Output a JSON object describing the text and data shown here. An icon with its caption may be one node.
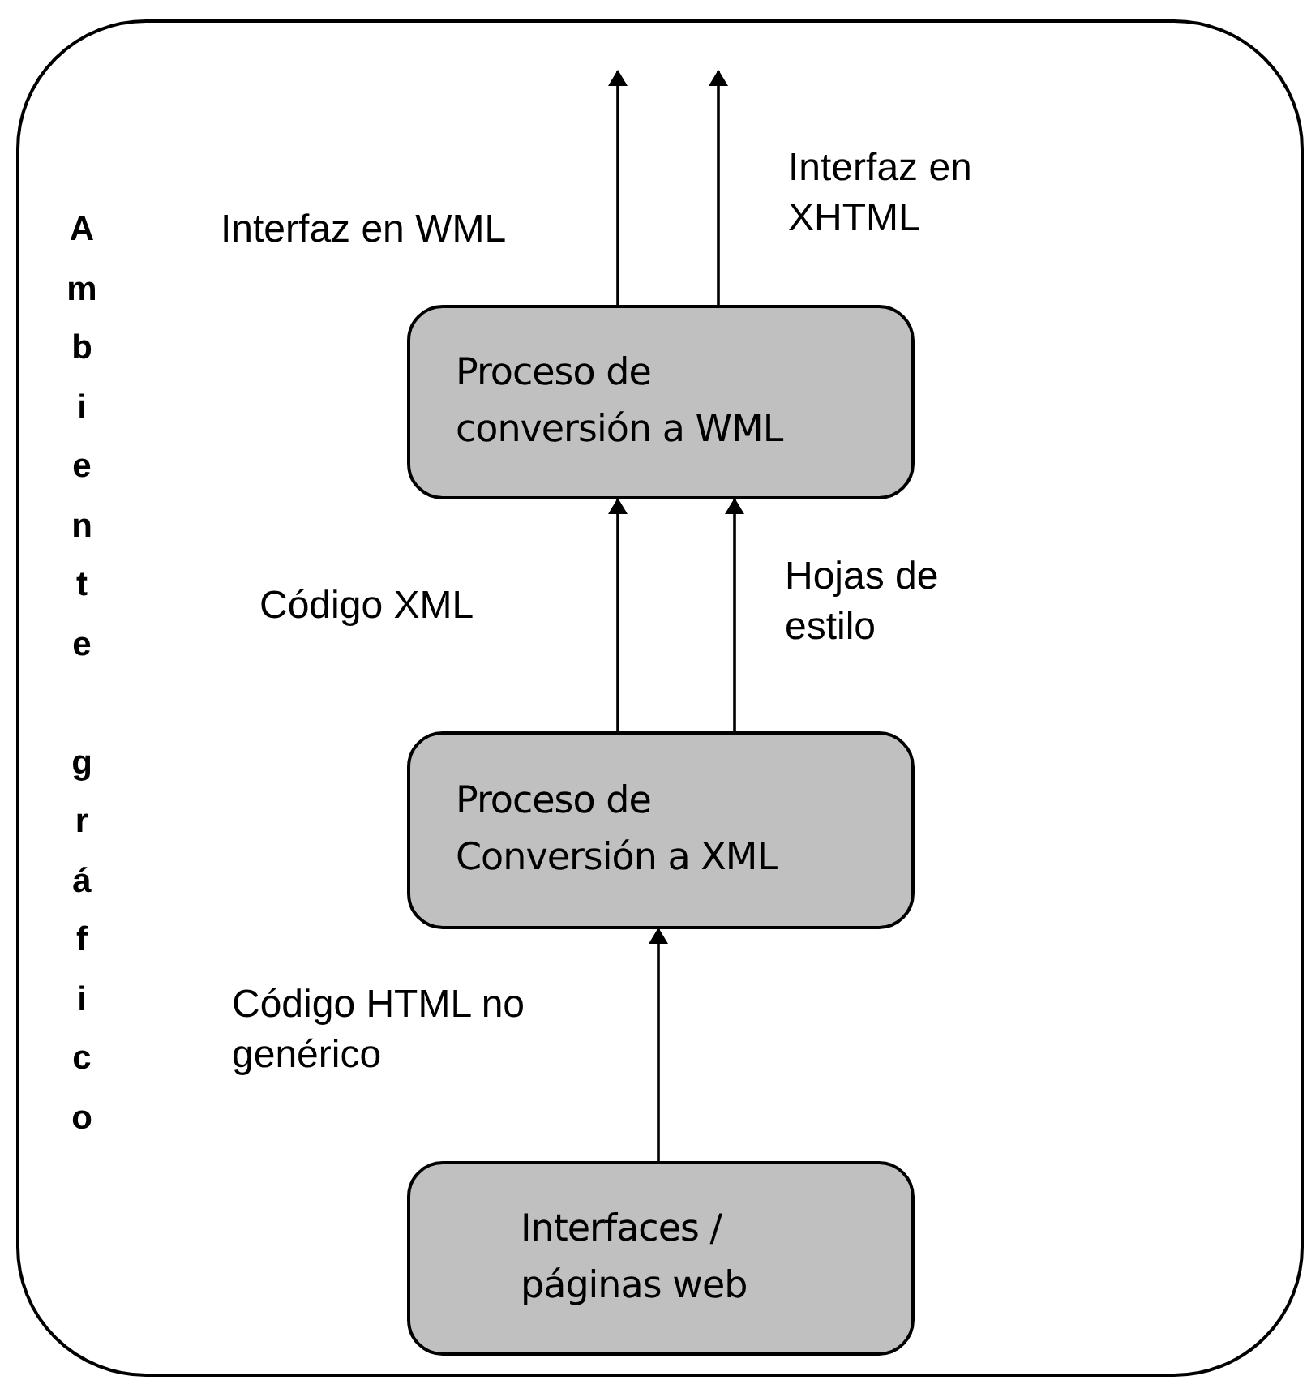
{
  "diagram": {
    "nodes": [
      {
        "text": [
          "Ambiente gráfico"
        ]
      },
      {
        "text": [
          "Proceso de conversión a WML"
        ],
        "in": 0
      },
      {
        "text": [
          "Proceso de Conversión a XML"
        ],
        "in": 0
      },
      {
        "text": [
          "Interfaces / páginas web"
        ],
        "in": 0
      }
    ],
    "edges": [
      {
        "from": 1,
        "to": null,
        "arrow": "to",
        "label": "Interfaz en WML"
      },
      {
        "from": 1,
        "to": null,
        "arrow": "to",
        "label": "Interfaz en XHTML"
      },
      {
        "from": 2,
        "to": 1,
        "arrow": "to",
        "label": "Código XML"
      },
      {
        "from": 2,
        "to": 1,
        "arrow": "to",
        "label": "Hojas de estilo"
      },
      {
        "from": 3,
        "to": 2,
        "arrow": "to",
        "label": "Código HTML no genérico"
      }
    ]
  }
}
